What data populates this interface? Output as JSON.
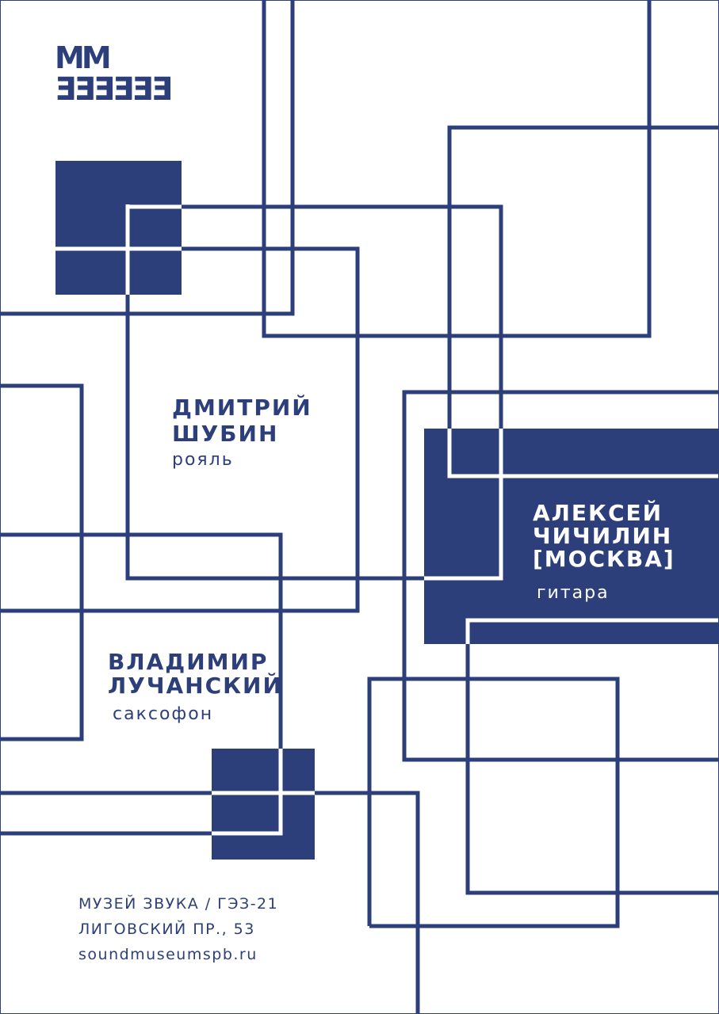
{
  "logo": {
    "top": "MM",
    "bottom": "ƎƎƎƎƎƎ"
  },
  "performers": [
    {
      "name_line1": "ДМИТРИЙ",
      "name_line2": "ШУБИН",
      "city": "",
      "instrument": "рояль"
    },
    {
      "name_line1": "АЛЕКСЕЙ",
      "name_line2": "ЧИЧИЛИН",
      "city": "[МОСКВА]",
      "instrument": "гитара"
    },
    {
      "name_line1": "ВЛАДИМИР",
      "name_line2": "ЛУЧАНСКИЙ",
      "city": "",
      "instrument": "саксофон"
    }
  ],
  "venue": {
    "line1": "МУЗЕЙ ЗВУКА / ГЭЗ-21",
    "line2": "ЛИГОВСКИЙ ПР., 53",
    "website": "soundmuseumspb.ru"
  },
  "colors": {
    "navy": "#2d3f7a",
    "background": "#ffffff"
  }
}
